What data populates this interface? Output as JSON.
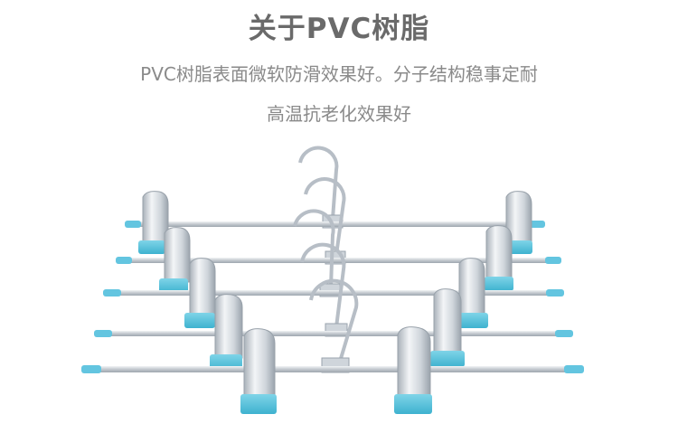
{
  "heading": {
    "title": "关于PVC树脂",
    "line1": "PVC树脂表面微软防滑效果好。分子结构稳事定耐",
    "line2": "高温抗老化效果好"
  },
  "illustration": {
    "subject": "trouser-hanger-with-clips",
    "count": 5,
    "colors": {
      "bar": "#c9ced4",
      "clip_metal": "#d6dbe0",
      "clip_pad": "#5ac4dc",
      "end_cap": "#63c5e0",
      "hook": "#b9c0c8"
    }
  }
}
